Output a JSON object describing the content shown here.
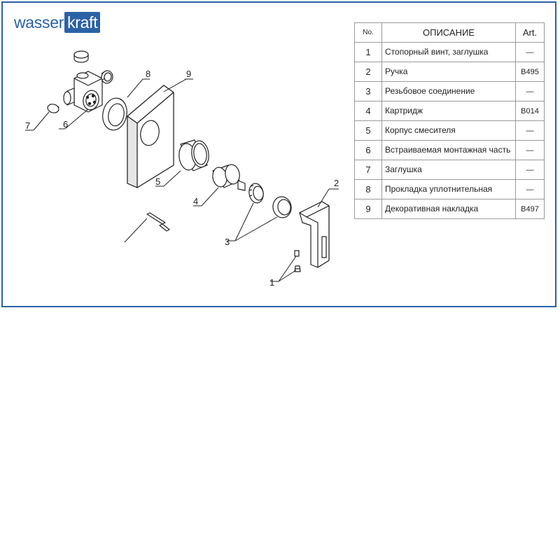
{
  "brand": {
    "part1": "wasser",
    "part2": "kraft"
  },
  "table": {
    "headers": {
      "no": "No.",
      "description": "ОПИСАНИЕ",
      "art": "Art."
    },
    "rows": [
      {
        "no": "1",
        "description": "Стопорный винт, заглушка",
        "art": "—"
      },
      {
        "no": "2",
        "description": "Ручка",
        "art": "B495"
      },
      {
        "no": "3",
        "description": "Резьбовое соединение",
        "art": "—"
      },
      {
        "no": "4",
        "description": "Картридж",
        "art": "B014"
      },
      {
        "no": "5",
        "description": "Корпус смесителя",
        "art": "—"
      },
      {
        "no": "6",
        "description": "Встраиваемая монтажная часть",
        "art": "—"
      },
      {
        "no": "7",
        "description": "Заглушка",
        "art": "—"
      },
      {
        "no": "8",
        "description": "Прокладка уплотнительная",
        "art": "—"
      },
      {
        "no": "9",
        "description": "Декоративная накладка",
        "art": "B497"
      }
    ]
  },
  "diagram": {
    "labels": {
      "l1": "1",
      "l2": "2",
      "l3": "3",
      "l4": "4",
      "l5": "5",
      "l6": "6",
      "l7": "7",
      "l8": "8",
      "l9": "9"
    }
  },
  "colors": {
    "frame": "#2a62a6",
    "line": "#222222",
    "fill": "#ffffff"
  }
}
